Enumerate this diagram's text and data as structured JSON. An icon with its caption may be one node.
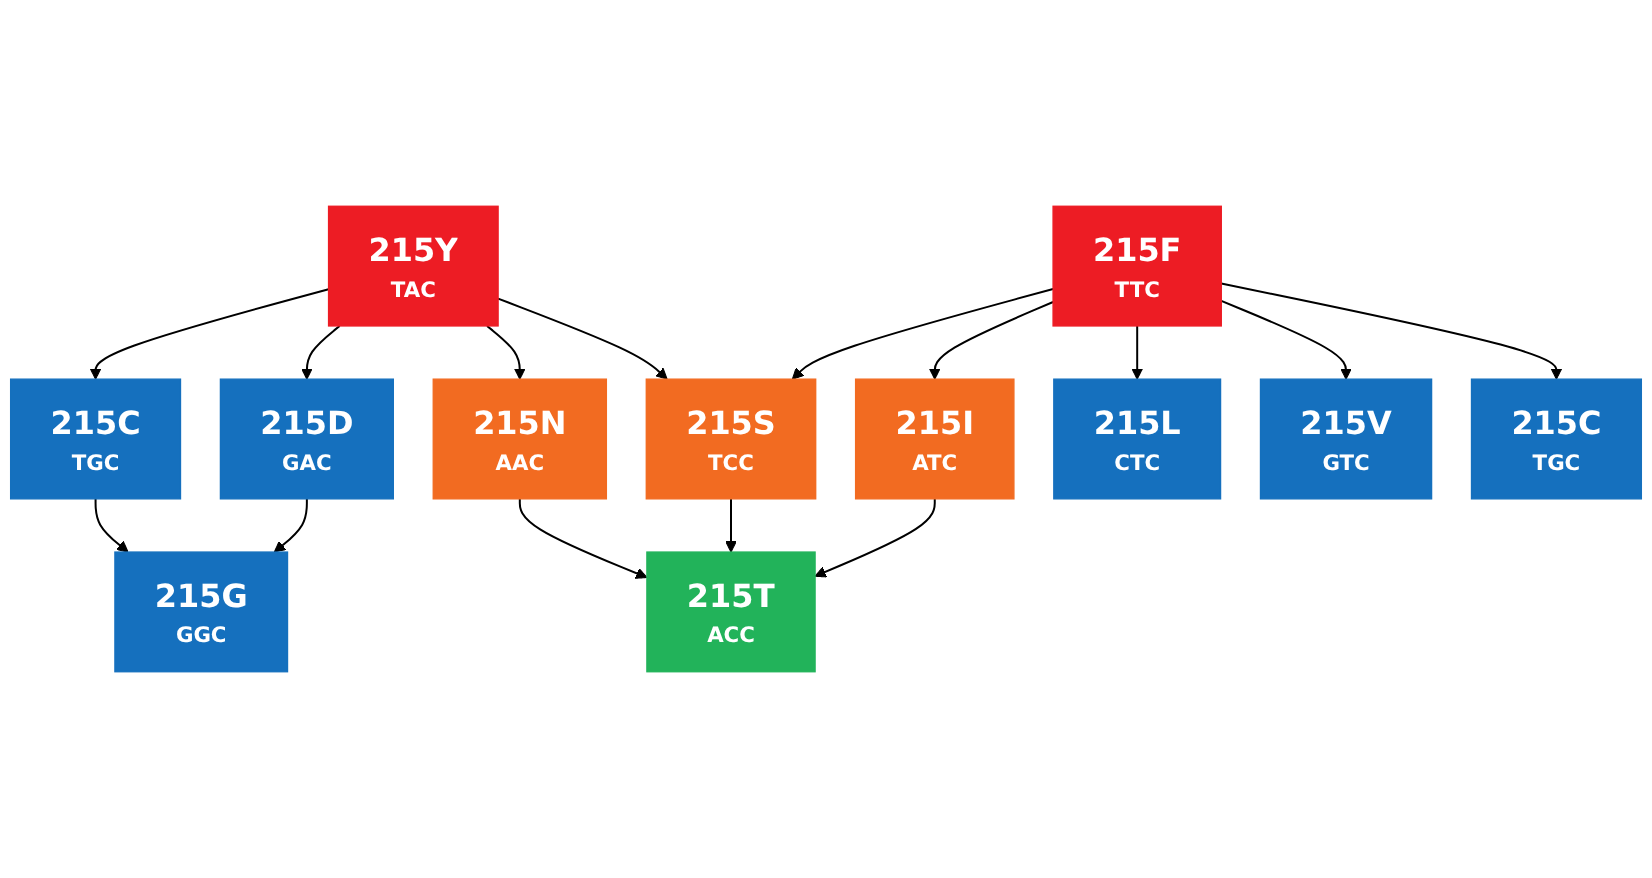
{
  "diagram": {
    "nodes": [
      {
        "text": [
          "215C",
          "TGC"
        ]
      },
      {
        "text": [
          "215Y",
          "TAC"
        ]
      },
      {
        "text": [
          "215F",
          "TTC"
        ]
      },
      {
        "text": [
          "215L",
          "CTC"
        ]
      },
      {
        "text": [
          "215G",
          "GGC"
        ]
      },
      {
        "text": [
          "215D",
          "GAC"
        ]
      },
      {
        "text": [
          "215V",
          "GTC"
        ]
      },
      {
        "text": [
          "215C",
          "TGC"
        ]
      },
      {
        "text": [
          "215N",
          "AAC"
        ]
      },
      {
        "text": [
          "215S",
          "TCC"
        ]
      },
      {
        "text": [
          "215I",
          "ATC"
        ]
      },
      {
        "text": [
          "215T",
          "ACC"
        ]
      }
    ],
    "edges": [
      {
        "from": 1,
        "to": 0,
        "arrow": "to"
      },
      {
        "from": 1,
        "to": 5,
        "arrow": "to"
      },
      {
        "from": 0,
        "to": 4,
        "arrow": "to"
      },
      {
        "from": 5,
        "to": 4,
        "arrow": "to"
      },
      {
        "from": 2,
        "to": 3,
        "arrow": "to"
      },
      {
        "from": 2,
        "to": 6,
        "arrow": "to"
      },
      {
        "from": 2,
        "to": 7,
        "arrow": "to"
      },
      {
        "from": 1,
        "to": 8,
        "arrow": "to"
      },
      {
        "from": 1,
        "to": 9,
        "arrow": "to"
      },
      {
        "from": 2,
        "to": 9,
        "arrow": "to"
      },
      {
        "from": 2,
        "to": 10,
        "arrow": "to"
      },
      {
        "from": 8,
        "to": 11,
        "arrow": "to"
      },
      {
        "from": 9,
        "to": 11,
        "arrow": "to"
      },
      {
        "from": 10,
        "to": 11,
        "arrow": "to"
      }
    ]
  }
}
